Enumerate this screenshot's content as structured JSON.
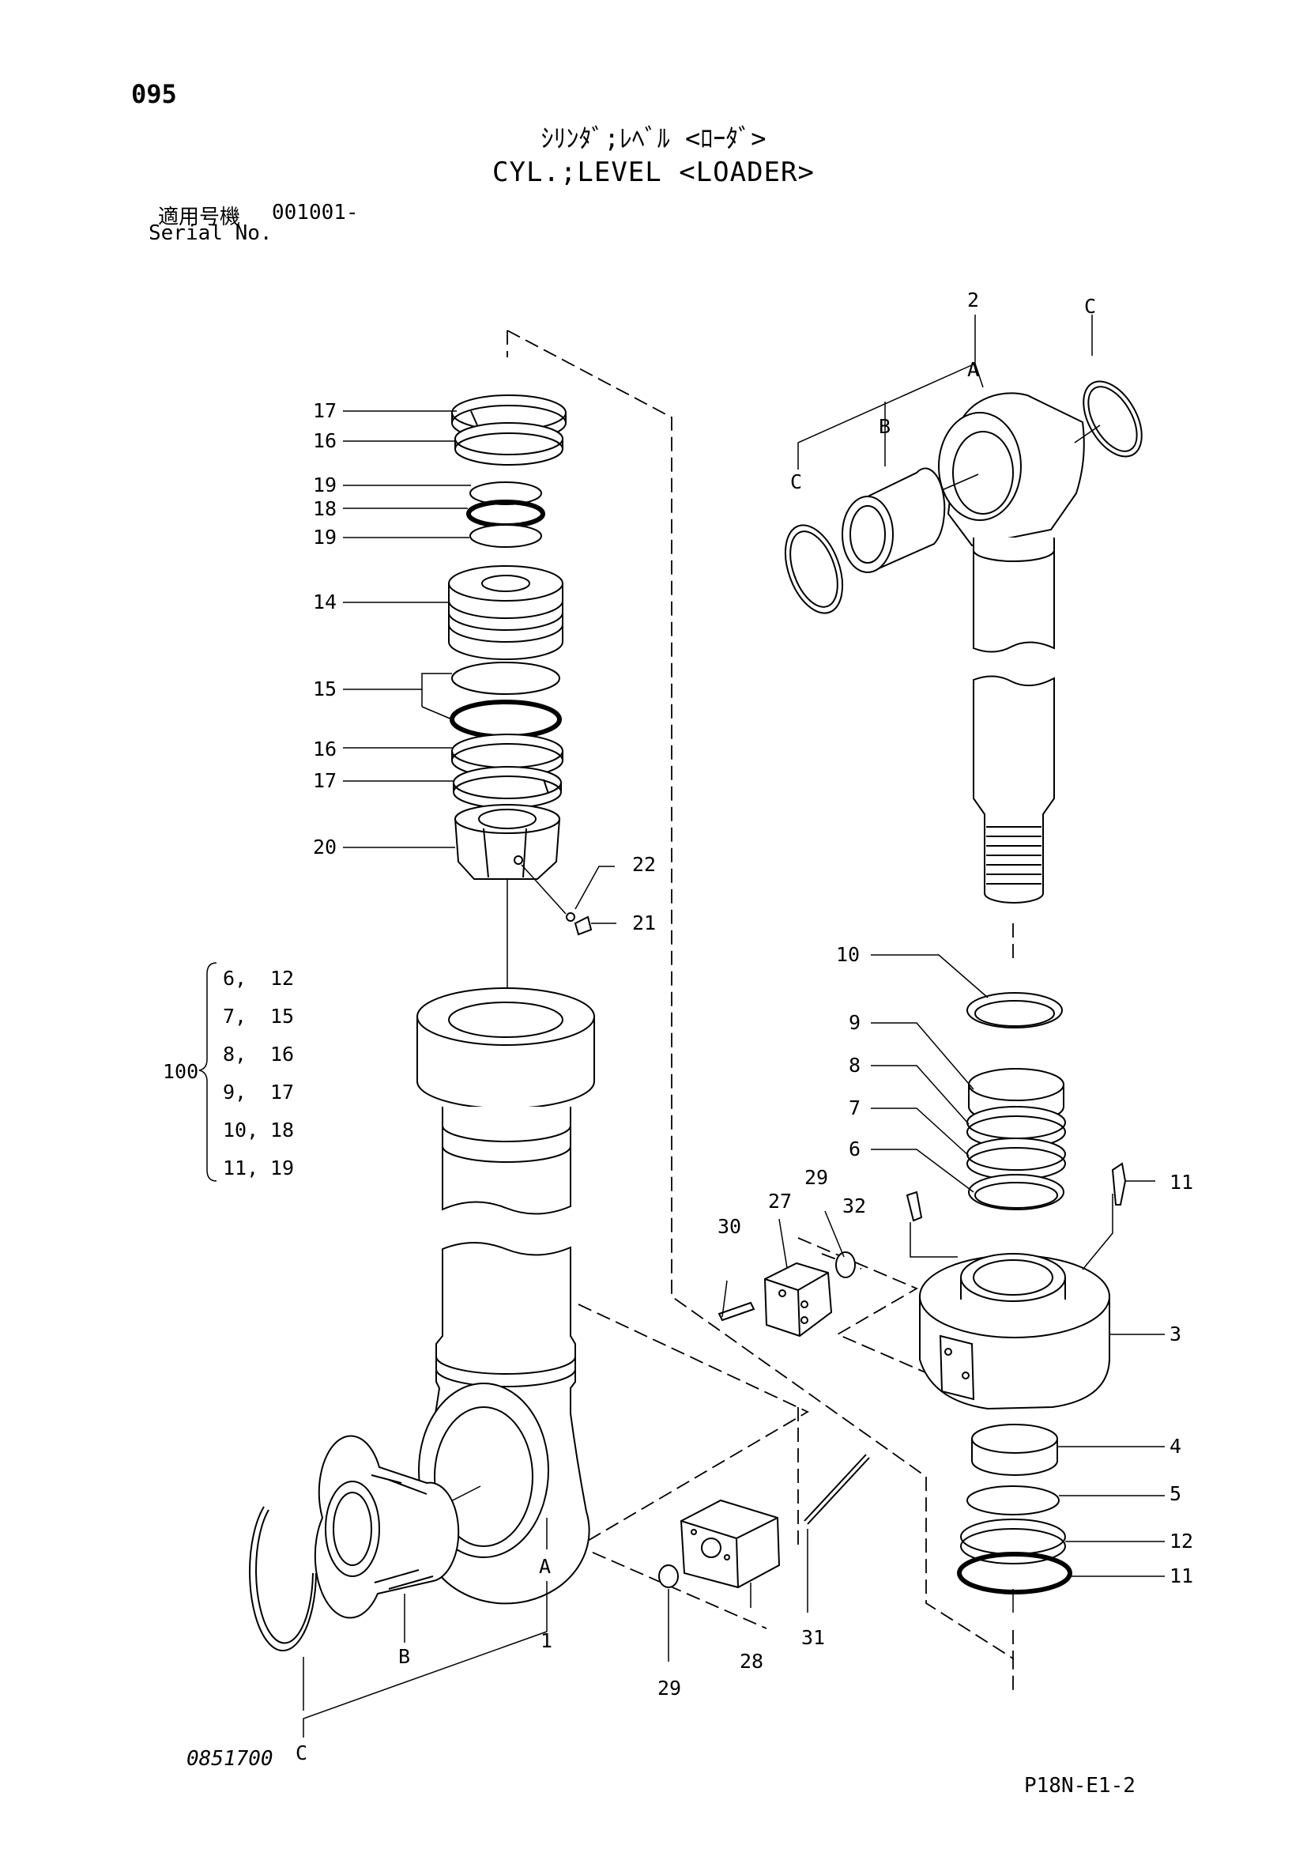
{
  "header": {
    "page_number": "095",
    "title_jp": "ｼﾘﾝﾀﾞ;ﾚﾍﾞﾙ <ﾛｰﾀﾞ>",
    "title_en": "CYL.;LEVEL <LOADER>",
    "serial_label_jp": "適用号機",
    "serial_label_en": "Serial No.",
    "serial_value": "001001-"
  },
  "footer": {
    "drawing_number": "0851700",
    "page_code": "P18N-E1-2"
  },
  "callouts": {
    "c17a": "17",
    "c16a": "16",
    "c19a": "19",
    "c18": "18",
    "c19b": "19",
    "c14": "14",
    "c15": "15",
    "c16b": "16",
    "c17b": "17",
    "c20": "20",
    "c22": "22",
    "c21": "21",
    "c2": "2",
    "cA_top": "A",
    "cB_top": "B",
    "cC_top_right": "C",
    "cC_top_left": "C",
    "c10": "10",
    "c9": "9",
    "c8": "8",
    "c7": "7",
    "c6": "6",
    "c11a": "11",
    "c32": "32",
    "c29a": "29",
    "c27": "27",
    "c30": "30",
    "c3": "3",
    "c4": "4",
    "c5": "5",
    "c12": "12",
    "c11b": "11",
    "c31": "31",
    "c28": "28",
    "c29b": "29",
    "cA_bottom": "A",
    "c1": "1",
    "cB_bottom": "B",
    "cC_bottom": "C"
  },
  "kit": {
    "number": "100",
    "rows": [
      {
        "a": "6,",
        "b": "12"
      },
      {
        "a": "7,",
        "b": "15"
      },
      {
        "a": "8,",
        "b": "16"
      },
      {
        "a": "9,",
        "b": "17"
      },
      {
        "a": "10,",
        "b": "18"
      },
      {
        "a": "11,",
        "b": "19"
      }
    ]
  }
}
